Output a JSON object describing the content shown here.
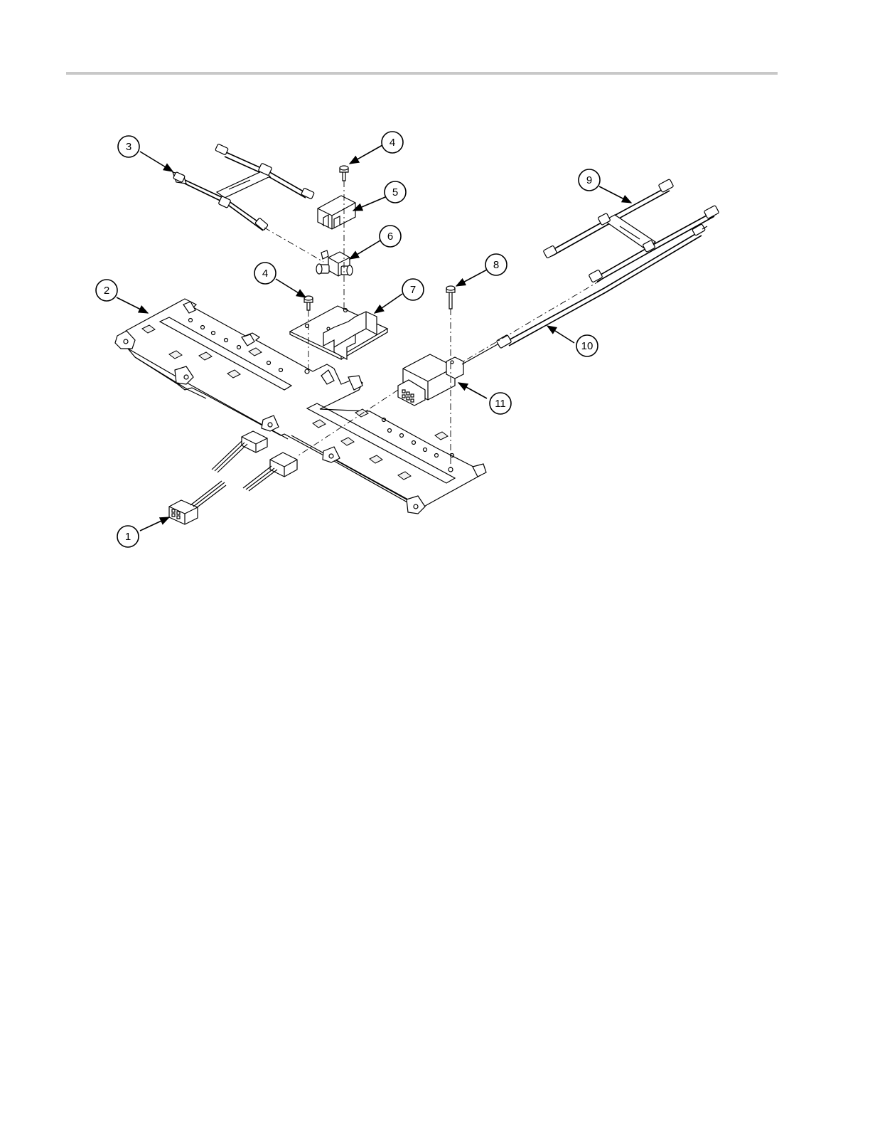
{
  "figure": {
    "callouts": [
      {
        "id": "c1",
        "label": "1"
      },
      {
        "id": "c2",
        "label": "2"
      },
      {
        "id": "c3",
        "label": "3"
      },
      {
        "id": "c4a",
        "label": "4"
      },
      {
        "id": "c4b",
        "label": "4"
      },
      {
        "id": "c5",
        "label": "5"
      },
      {
        "id": "c6",
        "label": "6"
      },
      {
        "id": "c7",
        "label": "7"
      },
      {
        "id": "c8",
        "label": "8"
      },
      {
        "id": "c9",
        "label": "9"
      },
      {
        "id": "c10",
        "label": "10"
      },
      {
        "id": "c11",
        "label": "11"
      }
    ]
  }
}
